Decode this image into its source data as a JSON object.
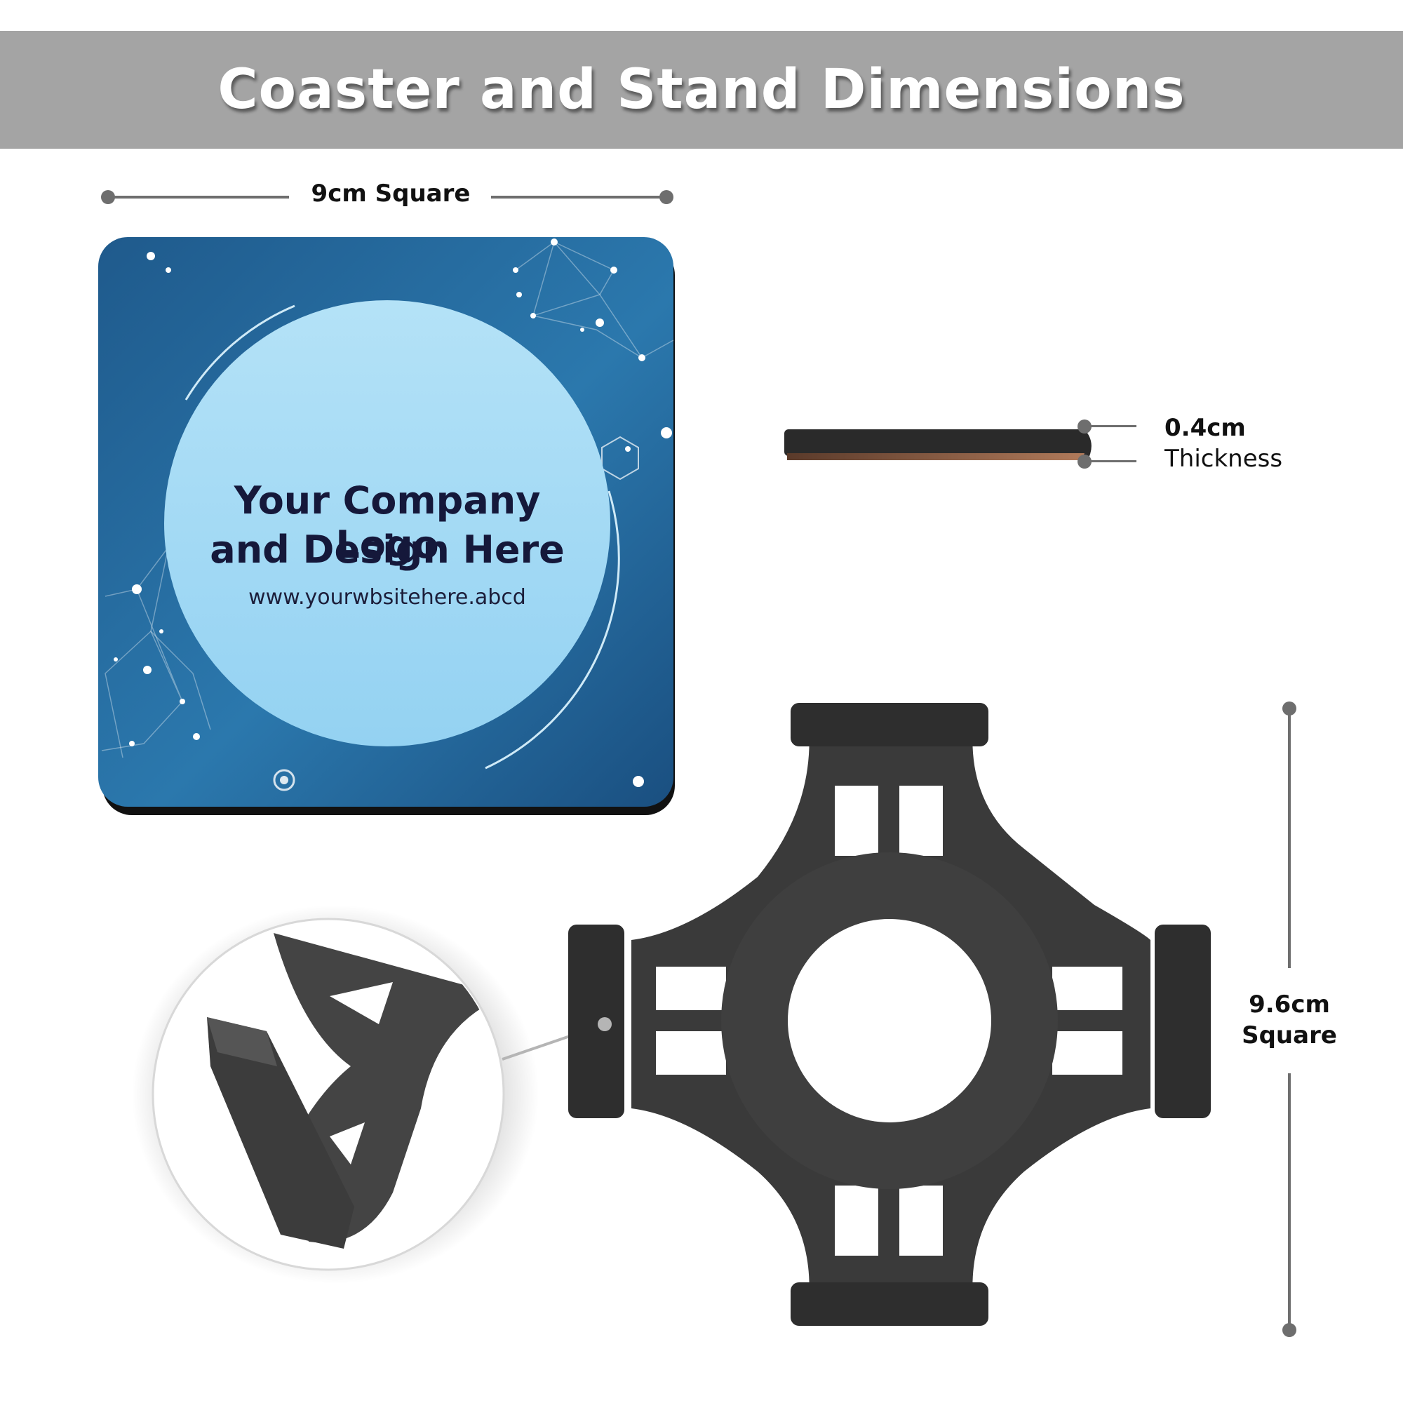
{
  "header": {
    "title": "Coaster and Stand Dimensions"
  },
  "coaster": {
    "width_label": "9cm Square",
    "logo_line1": "Your Company Logo",
    "logo_line2": "and Design Here",
    "website": "www.yourwbsitehere.abcd"
  },
  "thickness": {
    "value": "0.4cm",
    "label": "Thickness"
  },
  "stand": {
    "size_value": "9.6cm",
    "size_label": "Square"
  },
  "colors": {
    "banner": "#a4a4a4",
    "coaster_dark": "#1f5a8c",
    "coaster_light": "#3a8cc0",
    "circle_fill": "#a8dcf5",
    "stand_fill": "#3a3a3a",
    "dimension_line": "#6e6e6e"
  }
}
